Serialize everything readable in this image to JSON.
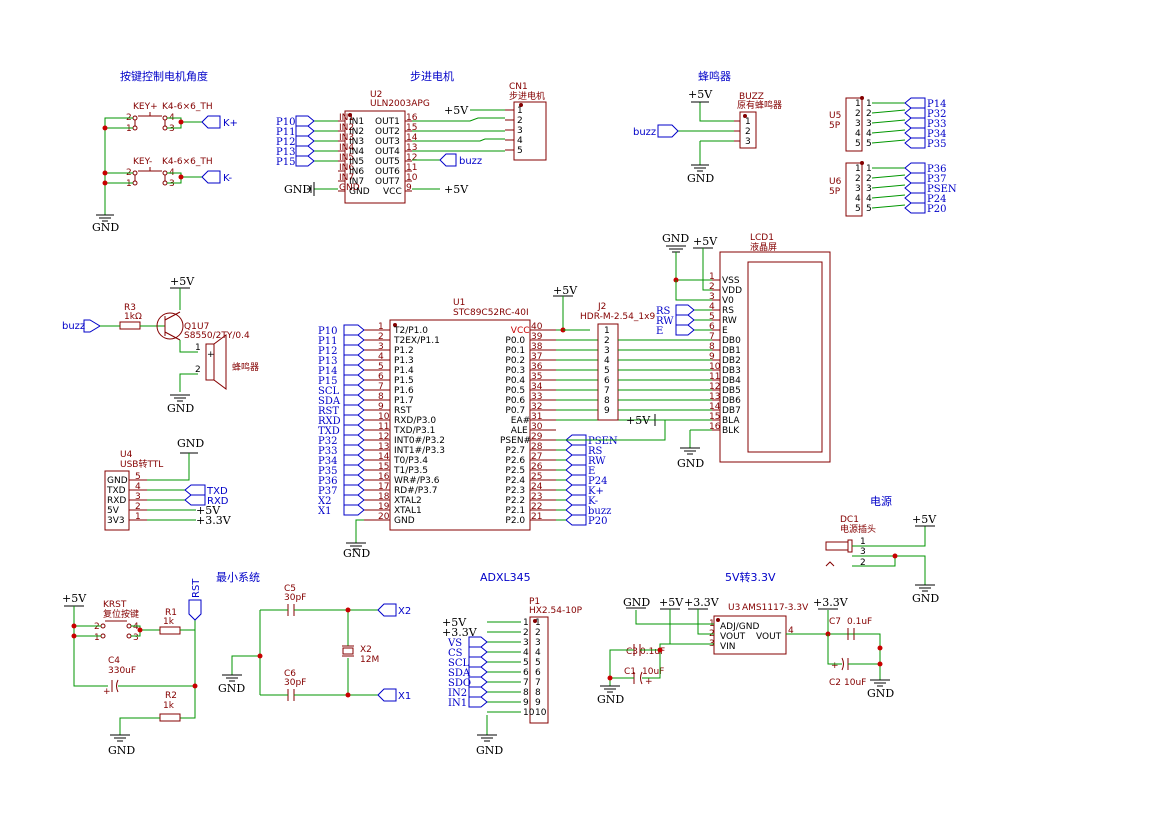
{
  "sections": {
    "keys": "按键控制电机角度",
    "stepper": "步进电机",
    "buzzer": "蜂鸣器",
    "power": "电源",
    "min_system": "最小系统",
    "adxl": "ADXL345",
    "reg": "5V转3.3V"
  },
  "keys": {
    "key_plus_ref": "KEY+",
    "key_plus_val": "K4-6×6_TH",
    "key_minus_ref": "KEY-",
    "key_minus_val": "K4-6×6_TH",
    "k_plus": "K+",
    "k_minus": "K-",
    "gnd": "GND"
  },
  "u2": {
    "ref": "U2",
    "value": "ULN2003APG",
    "inputs": [
      "IN1",
      "IN2",
      "IN3",
      "IN4",
      "IN5",
      "IN6",
      "IN7",
      "GND"
    ],
    "input_nums": [
      "1",
      "2",
      "3",
      "4",
      "5",
      "6",
      "7",
      "8"
    ],
    "outputs": [
      "OUT1",
      "OUT2",
      "OUT3",
      "OUT4",
      "OUT5",
      "OUT6",
      "OUT7",
      "VCC"
    ],
    "output_nums": [
      "16",
      "15",
      "14",
      "13",
      "12",
      "11",
      "10",
      "9"
    ],
    "nets_in": [
      "P10",
      "P11",
      "P12",
      "P13",
      "P15"
    ],
    "gnd": "GND",
    "vcc": "+5V",
    "buzz": "buzz"
  },
  "cn1": {
    "ref": "CN1",
    "value": "步进电机",
    "pins": [
      "1",
      "2",
      "3",
      "4",
      "5"
    ],
    "vcc": "+5V"
  },
  "buzz_hdr": {
    "ref": "BUZZ",
    "value": "原有蜂鸣器",
    "pins": [
      "1",
      "2",
      "3"
    ],
    "vcc": "+5V",
    "net": "buzz",
    "gnd": "GND"
  },
  "u5": {
    "ref": "U5",
    "value": "5P",
    "pins": [
      "1",
      "2",
      "3",
      "4",
      "5"
    ],
    "nets": [
      "P14",
      "P32",
      "P33",
      "P34",
      "P35"
    ]
  },
  "u6": {
    "ref": "U6",
    "value": "5P",
    "pins": [
      "1",
      "2",
      "3",
      "4",
      "5"
    ],
    "nets": [
      "P36",
      "P37",
      "PSEN",
      "P24",
      "P20"
    ]
  },
  "q1": {
    "vcc": "+5V",
    "r3_ref": "R3",
    "r3_val": "1kΩ",
    "buzz": "buzz",
    "ref": "Q1",
    "value": "S8550/2TY/0.4",
    "u7": "U7",
    "spk_label": "蜂鸣器",
    "gnd": "GND",
    "p1": "1",
    "p2": "2",
    "plus": "+"
  },
  "u4": {
    "ref": "U4",
    "value": "USB转TTL",
    "gnd_top": "GND",
    "pins": [
      "GND",
      "TXD",
      "RXD",
      "5V",
      "3V3"
    ],
    "pin_nums": [
      "5",
      "4",
      "3",
      "2",
      "1"
    ],
    "txd": "TXD",
    "rxd": "RXD",
    "v5": "+5V",
    "v33": "+3.3V"
  },
  "u1": {
    "ref": "U1",
    "value": "STC89C52RC-40I",
    "left_names": [
      "T2/P1.0",
      "T2EX/P1.1",
      "P1.2",
      "P1.3",
      "P1.4",
      "P1.5",
      "P1.6",
      "P1.7",
      "RST",
      "RXD/P3.0",
      "TXD/P3.1",
      "INT0#/P3.2",
      "INT1#/P3.3",
      "T0/P3.4",
      "T1/P3.5",
      "WR#/P3.6",
      "RD#/P3.7",
      "XTAL2",
      "XTAL1",
      "GND"
    ],
    "left_nums": [
      "1",
      "2",
      "3",
      "4",
      "5",
      "6",
      "7",
      "8",
      "9",
      "10",
      "11",
      "12",
      "13",
      "14",
      "15",
      "16",
      "17",
      "18",
      "19",
      "20"
    ],
    "left_nets": [
      "P10",
      "P11",
      "P12",
      "P13",
      "P14",
      "P15",
      "SCL",
      "SDA",
      "RST",
      "RXD",
      "TXD",
      "P32",
      "P33",
      "P34",
      "P35",
      "P36",
      "P37",
      "X2",
      "X1"
    ],
    "right_names": [
      "VCC",
      "P0.0",
      "P0.1",
      "P0.2",
      "P0.3",
      "P0.4",
      "P0.5",
      "P0.6",
      "P0.7",
      "EA#",
      "ALE",
      "PSEN#",
      "P2.7",
      "P2.6",
      "P2.5",
      "P2.4",
      "P2.3",
      "P2.2",
      "P2.1",
      "P2.0"
    ],
    "right_nums": [
      "40",
      "39",
      "38",
      "37",
      "36",
      "35",
      "34",
      "33",
      "32",
      "31",
      "30",
      "29",
      "28",
      "27",
      "26",
      "25",
      "24",
      "23",
      "22",
      "21"
    ],
    "right_nets": [
      "PSEN",
      "RS",
      "RW",
      "E",
      "P24",
      "K+",
      "K-",
      "buzz",
      "P20"
    ],
    "gnd": "GND",
    "vcc": "+5V"
  },
  "j2": {
    "ref": "J2",
    "value": "HDR-M-2.54_1x9",
    "pins": [
      "1",
      "2",
      "3",
      "4",
      "5",
      "6",
      "7",
      "8",
      "9"
    ]
  },
  "lcd": {
    "ref": "LCD1",
    "value": "液晶屏",
    "gnd": "GND",
    "vcc": "+5V",
    "vcc2": "+5V",
    "gnd2": "GND",
    "pin_names": [
      "VSS",
      "VDD",
      "V0",
      "RS",
      "RW",
      "E",
      "DB0",
      "DB1",
      "DB2",
      "DB3",
      "DB4",
      "DB5",
      "DB6",
      "DB7",
      "BLA",
      "BLK"
    ],
    "pin_nums": [
      "1",
      "2",
      "3",
      "4",
      "5",
      "6",
      "7",
      "8",
      "9",
      "10",
      "11",
      "12",
      "13",
      "14",
      "15",
      "16"
    ],
    "nets": [
      "RS",
      "RW",
      "E"
    ]
  },
  "dc1": {
    "ref": "DC1",
    "value": "电源插头",
    "pins": [
      "1",
      "3",
      "2"
    ],
    "vcc": "+5V",
    "gnd": "GND"
  },
  "minsys": {
    "vcc": "+5V",
    "krst_ref": "KRST",
    "krst_val": "复位按键",
    "r1_ref": "R1",
    "r1_val": "1k",
    "rst": "RST",
    "c4_ref": "C4",
    "c4_val": "330uF",
    "r2_ref": "R2",
    "r2_val": "1k",
    "gnd": "GND",
    "c5_ref": "C5",
    "c5_val": "30pF",
    "c6_ref": "C6",
    "c6_val": "30pF",
    "x2_ref": "X2",
    "x2_val": "12M",
    "x2_net": "X2",
    "x1_net": "X1",
    "gnd2": "GND"
  },
  "p1": {
    "ref": "P1",
    "value": "HX2.54-10P",
    "nets": [
      "+5V",
      "+3.3V",
      "VS",
      "CS",
      "SCL",
      "SDA",
      "SDO",
      "IN2",
      "IN1"
    ],
    "pins_left": [
      "1",
      "2",
      "3",
      "4",
      "5",
      "6",
      "7",
      "8",
      "9",
      "10"
    ],
    "pins_right": [
      "1",
      "2",
      "3",
      "4",
      "5",
      "6",
      "7",
      "8",
      "9",
      "10"
    ],
    "gnd": "GND"
  },
  "u3": {
    "ref": "U3",
    "value": "AMS1117-3.3V",
    "pins": [
      "ADJ/GND",
      "VOUT",
      "VIN",
      "VOUT"
    ],
    "pin_nums": [
      "1",
      "2",
      "3",
      "4"
    ],
    "gnd": "GND",
    "v5": "+5V",
    "v33": "+3.3V",
    "v33b": "+3.3V",
    "c3_ref": "C3",
    "c3_val": "0.1uF",
    "c1_ref": "C1",
    "c1_val": "10uF",
    "c7_ref": "C7",
    "c7_val": "0.1uF",
    "c2_ref": "C2",
    "c2_val": "10uF",
    "gnd2": "GND",
    "gnd3": "GND"
  },
  "colors": {
    "wire": "#009600",
    "body": "#840000",
    "label": "#0000c8",
    "dot": "#c80000"
  }
}
